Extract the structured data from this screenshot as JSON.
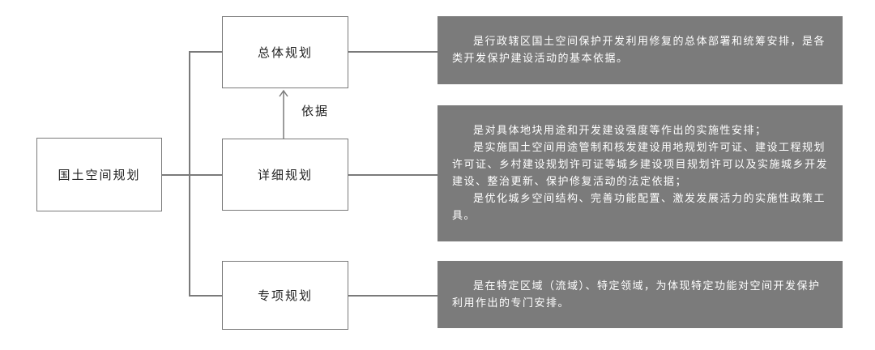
{
  "root": {
    "label": "国土空间规划"
  },
  "branches": [
    {
      "label": "总体规划",
      "description": [
        "是行政辖区国土空间保护开发利用修复的总体部署和统筹安排，是各类开发保护建设活动的基本依据。"
      ]
    },
    {
      "label": "详细规划",
      "description": [
        "是对具体地块用途和开发建设强度等作出的实施性安排；",
        "是实施国土空间用途管制和核发建设用地规划许可证、建设工程规划许可证、乡村建设规划许可证等城乡建设项目规划许可以及实施城乡开发建设、整治更新、保护修复活动的法定依据；",
        "是优化城乡空间结构、完善功能配置、激发发展活力的实施性政策工具。"
      ]
    },
    {
      "label": "专项规划",
      "description": [
        "是在特定区域（流域）、特定领域，为体现特定功能对空间开发保护利用作出的专门安排。"
      ]
    }
  ],
  "relation_label": "依据",
  "colors": {
    "line": "#7a7a7a",
    "description_bg": "#7b7b7b",
    "description_text": "#ffffff"
  }
}
